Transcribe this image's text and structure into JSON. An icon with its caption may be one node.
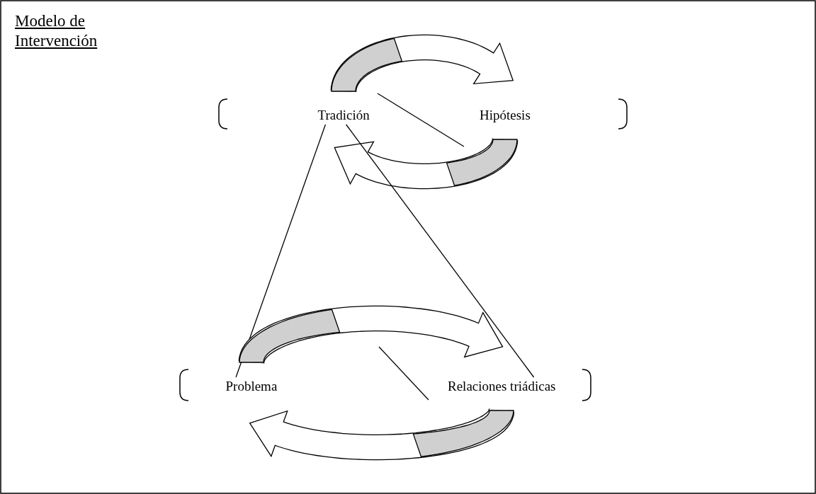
{
  "diagram": {
    "title": "Modelo de Intervención",
    "nodes": [
      {
        "text": [
          "Tradición"
        ]
      },
      {
        "text": [
          "Hipótesis"
        ]
      },
      {
        "text": [
          "Problema"
        ]
      },
      {
        "text": [
          "Relaciones triádicas"
        ]
      }
    ],
    "edges": [
      {
        "from": 0,
        "to": 1,
        "arrow": "to"
      },
      {
        "from": 1,
        "to": 0,
        "arrow": "to"
      },
      {
        "from": 0,
        "to": 2,
        "arrow": "none"
      },
      {
        "from": 0,
        "to": 3,
        "arrow": "none"
      },
      {
        "from": 2,
        "to": 3,
        "arrow": "to"
      },
      {
        "from": 3,
        "to": 2,
        "arrow": "to"
      }
    ]
  }
}
